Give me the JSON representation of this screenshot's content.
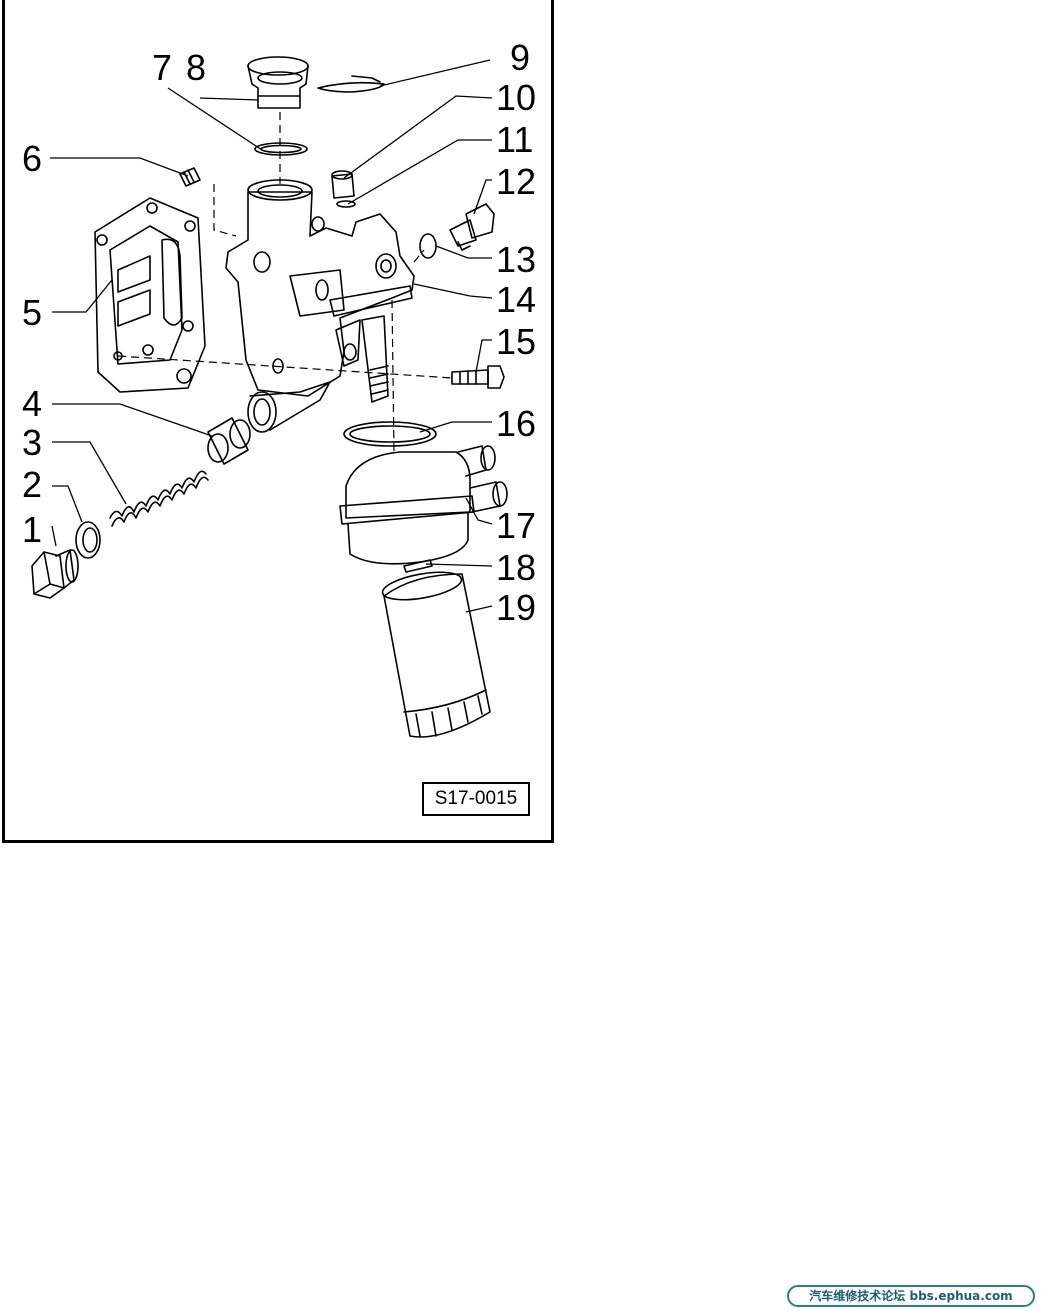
{
  "figure_code": "S17-0015",
  "watermark": "汽车维修技术论坛 bbs.ephua.com",
  "callouts": [
    {
      "id": "c1",
      "number": "1"
    },
    {
      "id": "c2",
      "number": "2"
    },
    {
      "id": "c3",
      "number": "3"
    },
    {
      "id": "c4",
      "number": "4"
    },
    {
      "id": "c5",
      "number": "5"
    },
    {
      "id": "c6",
      "number": "6"
    },
    {
      "id": "c7",
      "number": "7"
    },
    {
      "id": "c8",
      "number": "8"
    },
    {
      "id": "c9",
      "number": "9"
    },
    {
      "id": "c10",
      "number": "10"
    },
    {
      "id": "c11",
      "number": "11"
    },
    {
      "id": "c12",
      "number": "12"
    },
    {
      "id": "c13",
      "number": "13"
    },
    {
      "id": "c14",
      "number": "14"
    },
    {
      "id": "c15",
      "number": "15"
    },
    {
      "id": "c16",
      "number": "16"
    },
    {
      "id": "c17",
      "number": "17"
    },
    {
      "id": "c18",
      "number": "18"
    },
    {
      "id": "c19",
      "number": "19"
    }
  ],
  "colors": {
    "line": "#000000",
    "background": "#ffffff",
    "watermark": "#1d5f7a"
  }
}
